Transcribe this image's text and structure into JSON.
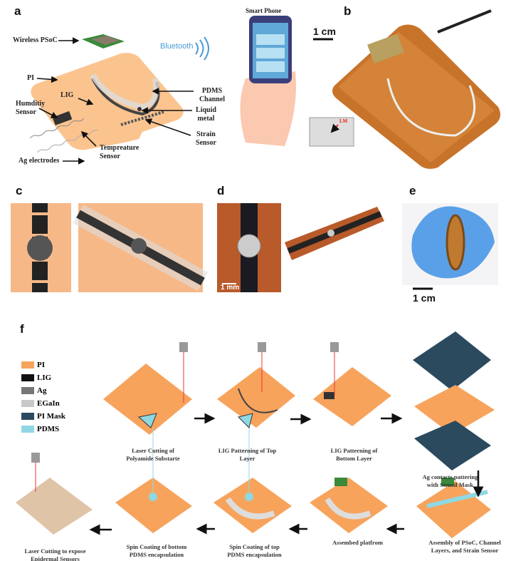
{
  "panels": {
    "a": "a",
    "b": "b",
    "c": "c",
    "d": "d",
    "e": "e",
    "f": "f"
  },
  "panel_a": {
    "wireless_psoc": "Wireless PSoC",
    "bluetooth": "Bluetooth",
    "pi": "PI",
    "lig": "LIG",
    "humidity_sensor": "Humditiy Sensor",
    "temperature_sensor": "Tempreature Sensor",
    "ag_electrodes": "Ag electrodes",
    "pdms_channel": "PDMS Channel",
    "liquid_metal": "Liquid metal",
    "strain_sensor": "Strain Sensor",
    "smart_phone": "Smart Phone"
  },
  "panel_b": {
    "scale": "1 cm",
    "inset_label": "LM"
  },
  "panel_d": {
    "scale": "1 mm"
  },
  "panel_e": {
    "scale": "1 cm"
  },
  "legend": [
    {
      "label": "PI",
      "color": "#f7a35c"
    },
    {
      "label": "LIG",
      "color": "#111111"
    },
    {
      "label": "Ag",
      "color": "#777777"
    },
    {
      "label": "EGaIn",
      "color": "#c8c8c8"
    },
    {
      "label": "PI Mask",
      "color": "#2c4a5e"
    },
    {
      "label": "PDMS",
      "color": "#8fd8e3"
    }
  ],
  "steps": [
    "Laser Cutting of Polyamide Substarte",
    "LIG Patterning of Top Layer",
    "LIG Patterning of Bottom Layer",
    "Ag contacts pattering with Stencil Mask",
    "Assembly of PSoC, Channel Layers, and Strain Sensor",
    "Assembed platfrom",
    "Spin Coating of top PDMS encapsulation",
    "Spin Coating of bottom PDMS encapsulation",
    "Laser Cutting to expose Epidermal Sensors"
  ]
}
